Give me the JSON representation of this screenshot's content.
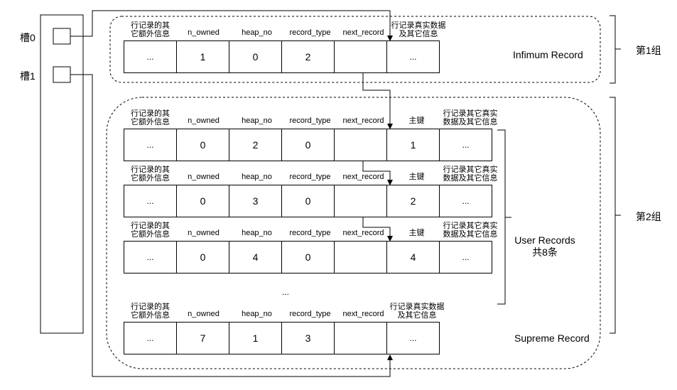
{
  "slots": [
    "槽0",
    "槽1"
  ],
  "groups": [
    "第1组",
    "第2组"
  ],
  "labels": {
    "infimum": "Infimum Record",
    "supremum": "Supreme Record",
    "user_records": [
      "User Records",
      "共8条"
    ],
    "between_dots": "..."
  },
  "headers": {
    "extra_info": [
      "行记录的其",
      "它额外信息"
    ],
    "n_owned": "n_owned",
    "heap_no": "heap_no",
    "record_type": "record_type",
    "next_record": "next_record",
    "data_other": [
      "行记录真实数据",
      "及其它信息"
    ],
    "primary_key": "主键",
    "other_data": [
      "行记录其它真实",
      "数据及其它信息"
    ]
  },
  "records": [
    {
      "id": "infimum",
      "extra": "...",
      "n_owned": "1",
      "heap_no": "0",
      "record_type": "2",
      "next_record": "",
      "data": "..."
    },
    {
      "id": "user-1",
      "extra": "...",
      "n_owned": "0",
      "heap_no": "2",
      "record_type": "0",
      "next_record": "",
      "key": "1",
      "data": "..."
    },
    {
      "id": "user-2",
      "extra": "...",
      "n_owned": "0",
      "heap_no": "3",
      "record_type": "0",
      "next_record": "",
      "key": "2",
      "data": "..."
    },
    {
      "id": "user-4",
      "extra": "...",
      "n_owned": "0",
      "heap_no": "4",
      "record_type": "0",
      "next_record": "",
      "key": "4",
      "data": "..."
    },
    {
      "id": "supremum",
      "extra": "...",
      "n_owned": "7",
      "heap_no": "1",
      "record_type": "3",
      "next_record": "",
      "data": "..."
    }
  ]
}
